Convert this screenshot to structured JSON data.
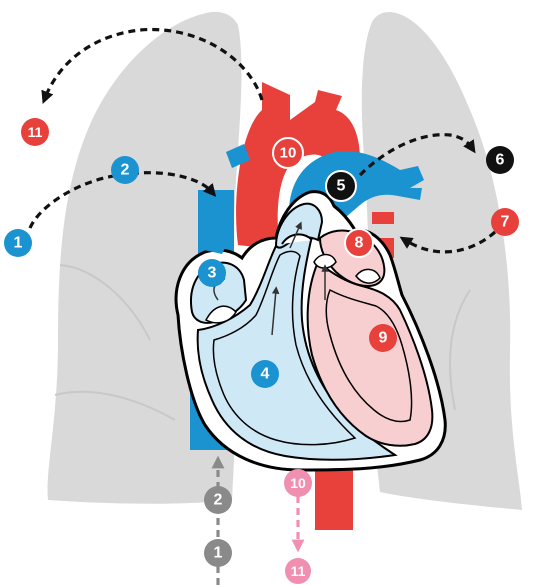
{
  "colors": {
    "lung": "#d9d9d9",
    "lung_outline": "#bdbdbd",
    "oxygenated": "#e8413c",
    "deoxygenated": "#1a93d0",
    "right_heart_fill": "#cfe8f5",
    "left_heart_fill": "#f8cfd1",
    "step_blue": "#1a93d0",
    "step_red": "#e8413c",
    "step_black": "#111111",
    "step_gray": "#8a8a8a",
    "step_pink": "#f08fb0"
  },
  "labels": {
    "b1": "1",
    "b2": "2",
    "b3": "3",
    "b4": "4",
    "b5": "5",
    "b6": "6",
    "b7": "7",
    "b8": "8",
    "b9": "9",
    "b10": "10",
    "b11": "11",
    "g2": "2",
    "g1": "1",
    "p10": "10",
    "p11": "11"
  }
}
